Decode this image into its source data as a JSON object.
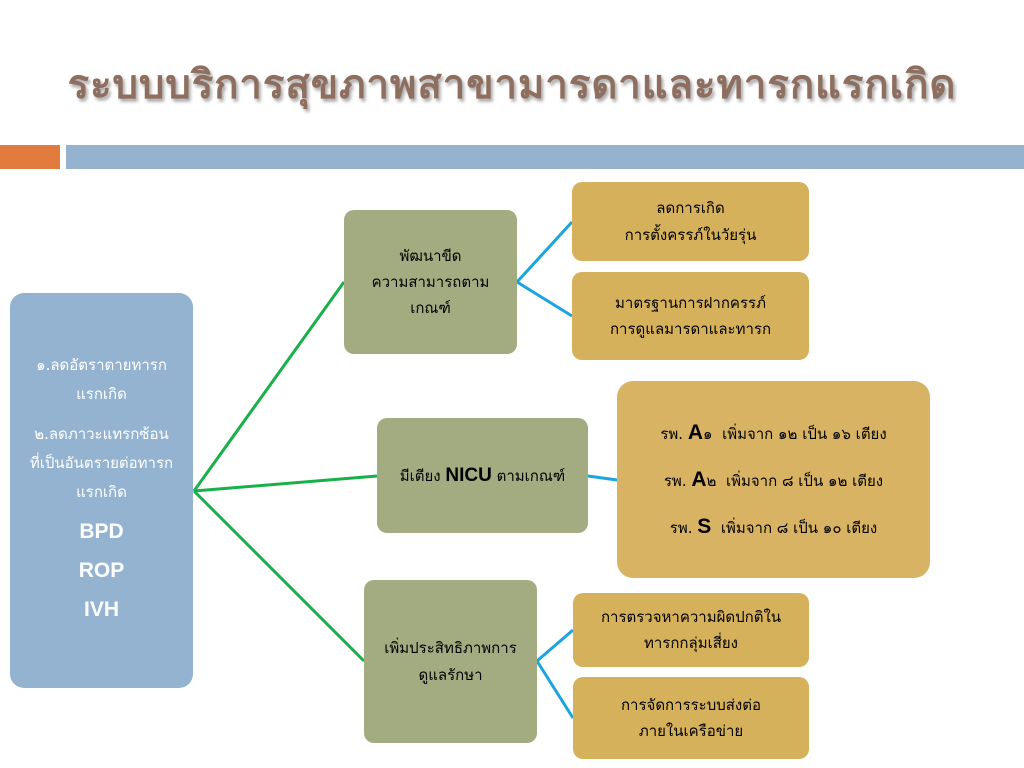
{
  "title": "ระบบบริการสุขภาพสาขามารดาและทารกแรกเกิด",
  "main": {
    "goal1_line1": "๑.ลดอัตราตายทารก",
    "goal1_line2": "แรกเกิด",
    "goal2_line1": "๒.ลดภาวะแทรกซ้อน",
    "goal2_line2": "ที่เป็นอันตรายต่อทารก",
    "goal2_line3": "แรกเกิด",
    "abbr1": "BPD",
    "abbr2": "ROP",
    "abbr3": "IVH"
  },
  "branch1": {
    "line1": "พัฒนาขีด",
    "line2": "ความสามารถตาม",
    "line3": "เกณฑ์",
    "leaf1": {
      "line1": "ลดการเกิด",
      "line2": "การตั้งครรภ์ในวัยรุ่น"
    },
    "leaf2": {
      "line1": "มาตรฐานการฝากครรภ์",
      "line2": "การดูแลมารดาและทารก"
    }
  },
  "branch2": {
    "prefix": "มีเตียง",
    "nicu": "NICU",
    "suffix": "ตามเกณฑ์",
    "rows": [
      {
        "rp": "รพ.",
        "code": "A",
        "sub": "๑",
        "text": "เพิ่มจาก ๑๒ เป็น ๑๖ เตียง"
      },
      {
        "rp": "รพ.",
        "code": "A",
        "sub": "๒",
        "text": "เพิ่มจาก ๘ เป็น ๑๒ เตียง"
      },
      {
        "rp": "รพ.",
        "code": "S",
        "sub": "",
        "text": "เพิ่มจาก ๘ เป็น ๑๐ เตียง"
      }
    ]
  },
  "branch3": {
    "line1": "เพิ่มประสิทธิภาพการ",
    "line2": "ดูแลรักษา",
    "leaf1": {
      "line1": "การตรวจหาความผิดปกติใน",
      "line2": "ทารกกลุ่มเสี่ยง"
    },
    "leaf2": {
      "line1": "การจัดการระบบส่งต่อ",
      "line2": "ภายในเครือข่าย"
    }
  },
  "colors": {
    "title": "#8e6f5f",
    "main_box": "#93b3d1",
    "branch_box": "#a3ab81",
    "leaf_box": "#d6b15c",
    "green_line": "#19b04a",
    "blue_line": "#1aa5de",
    "orange_bar": "#e17b3e",
    "blue_bar": "#95b3cf"
  }
}
